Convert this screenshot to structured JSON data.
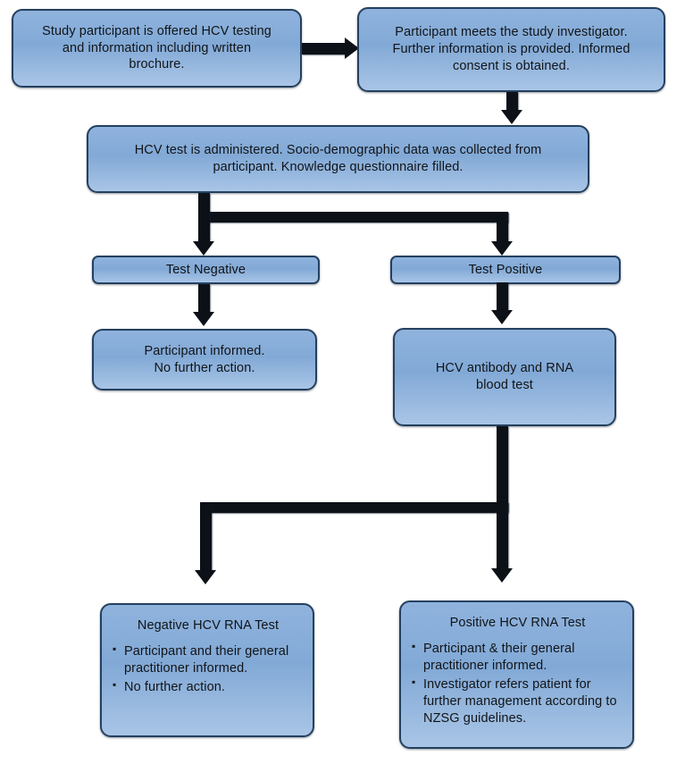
{
  "diagram": {
    "title": "HCV testing study participant flow",
    "colors": {
      "node_fill": "#82a9d6",
      "node_fill_light": "#a9c5e6",
      "node_border": "#24405f",
      "connector": "#0c1118",
      "text": "#111418",
      "background": "#ffffff"
    },
    "nodes": {
      "offered_testing": {
        "lines": [
          "Study participant is offered HCV testing",
          "and information including written",
          "brochure."
        ]
      },
      "meets_investigator": {
        "lines": [
          "Participant meets the study investigator.",
          "Further information is provided. Informed",
          "consent is obtained."
        ]
      },
      "test_administered": {
        "lines": [
          "HCV test is administered. Socio-demographic data was collected from",
          "participant. Knowledge questionnaire filled."
        ]
      },
      "test_negative": {
        "lines": [
          "Test Negative"
        ]
      },
      "test_positive": {
        "lines": [
          "Test Positive"
        ]
      },
      "participant_informed": {
        "lines": [
          "Participant informed.",
          "No further action."
        ]
      },
      "antibody_rna_blood_test": {
        "lines": [
          "HCV antibody and RNA",
          "blood test"
        ]
      },
      "negative_rna_result": {
        "header": "Negative HCV RNA Test",
        "bullets": [
          "Participant and their general practitioner informed.",
          "No further action."
        ]
      },
      "positive_rna_result": {
        "header": "Positive HCV RNA Test",
        "bullets": [
          "Participant & their general practitioner informed.",
          "Investigator refers patient for further management according to NZSG guidelines."
        ]
      }
    },
    "connectors": [
      {
        "name": "offered-to-meets",
        "direction": "right"
      },
      {
        "name": "meets-to-administered",
        "direction": "down"
      },
      {
        "name": "administered-split",
        "direction": "down-split"
      },
      {
        "name": "negative-to-informed",
        "direction": "down"
      },
      {
        "name": "positive-to-bloodtest",
        "direction": "down"
      },
      {
        "name": "bloodtest-split",
        "direction": "down-split"
      }
    ]
  }
}
